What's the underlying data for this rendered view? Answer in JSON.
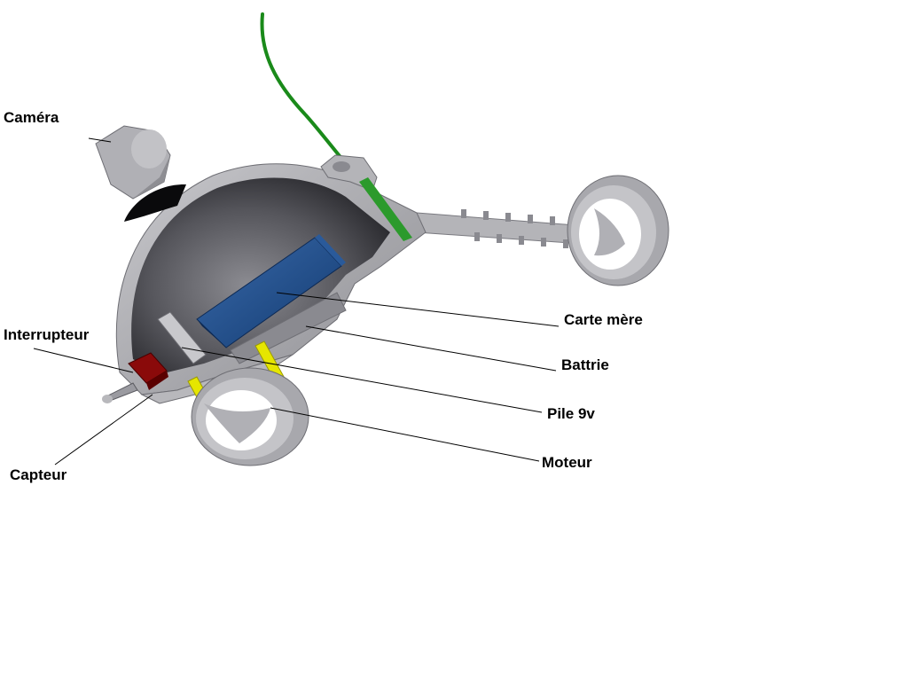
{
  "labels": {
    "camera": "Caméra",
    "interrupteur": "Interrupteur",
    "capteur": "Capteur",
    "carte_mere": "Carte mère",
    "battrie": "Battrie",
    "pile_9v": "Pile 9v",
    "moteur": "Moteur"
  },
  "colors": {
    "background": "#ffffff",
    "body_gray": "#a9a9ad",
    "body_dark": "#2a2a2e",
    "board_blue": "#1a4a8a",
    "switch_red": "#8a0a0a",
    "axle_yellow": "#e6e600",
    "antenna_green": "#1a8a1a",
    "leader_line": "#000000"
  }
}
